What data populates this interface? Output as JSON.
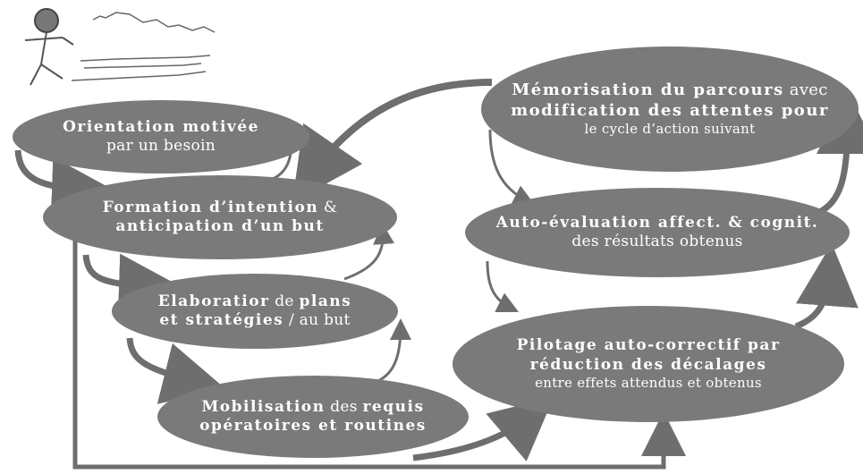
{
  "diagram": {
    "nodes": [
      {
        "id": "orientation",
        "l1": [
          {
            "t": "Orientation  motivée",
            "b": true
          }
        ],
        "l2": [
          {
            "t": "par un besoin",
            "b": false
          }
        ]
      },
      {
        "id": "formation",
        "l1": [
          {
            "t": "Formation d’intention",
            "b": true
          },
          {
            "t": " &",
            "b": false
          }
        ],
        "l2": [
          {
            "t": "anticipation d’un but",
            "b": true
          }
        ]
      },
      {
        "id": "elaboration",
        "l1": [
          {
            "t": "Elaboratior",
            "b": true
          },
          {
            "t": " de ",
            "b": false
          },
          {
            "t": "plans",
            "b": true
          }
        ],
        "l2": [
          {
            "t": "et stratégies",
            "b": true
          },
          {
            "t": " / au but",
            "b": false
          }
        ]
      },
      {
        "id": "mobilisation",
        "l1": [
          {
            "t": "Mobilisation",
            "b": true
          },
          {
            "t": " des ",
            "b": false
          },
          {
            "t": "requis",
            "b": true
          }
        ],
        "l2": [
          {
            "t": "opératoires et routines",
            "b": true
          }
        ]
      },
      {
        "id": "memorisation",
        "l1": [
          {
            "t": "Mémorisation du parcours",
            "b": true
          },
          {
            "t": " avec",
            "b": false
          }
        ],
        "l2": [
          {
            "t": "modification des attentes pour",
            "b": true
          }
        ],
        "l3": [
          {
            "t": "le cycle  d’action suivant",
            "b": false
          }
        ]
      },
      {
        "id": "autoevaluation",
        "l1": [
          {
            "t": "Auto-évaluation affect. & cognit.",
            "b": true
          }
        ],
        "l2": [
          {
            "t": "des résultats obtenus",
            "b": false
          }
        ]
      },
      {
        "id": "pilotage",
        "l1": [
          {
            "t": "Pilotage  auto-correctif par",
            "b": true
          }
        ],
        "l2": [
          {
            "t": "réduction des décalages",
            "b": true
          }
        ],
        "l3": [
          {
            "t": "entre effets attendus et obtenus",
            "b": false
          }
        ]
      }
    ],
    "colors": {
      "ellipse": "#7a7a7a",
      "arrow": "#6e6e6e",
      "text": "#ffffff",
      "sketch": "#555555"
    },
    "icons": [
      "stick-figure-icon",
      "landscape-sketch-icon"
    ]
  }
}
